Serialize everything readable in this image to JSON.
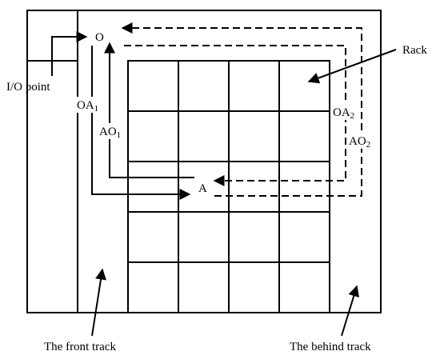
{
  "labels": {
    "origin": "O",
    "point_a": "A",
    "io_point": "I/O point",
    "rack": "Rack",
    "oa1_main": "OA",
    "oa1_sub": "1",
    "ao1_main": "AO",
    "ao1_sub": "1",
    "oa2_main": "OA",
    "oa2_sub": "2",
    "ao2_main": "AO",
    "ao2_sub": "2",
    "front_track": "The front track",
    "behind_track": "The behind track"
  }
}
